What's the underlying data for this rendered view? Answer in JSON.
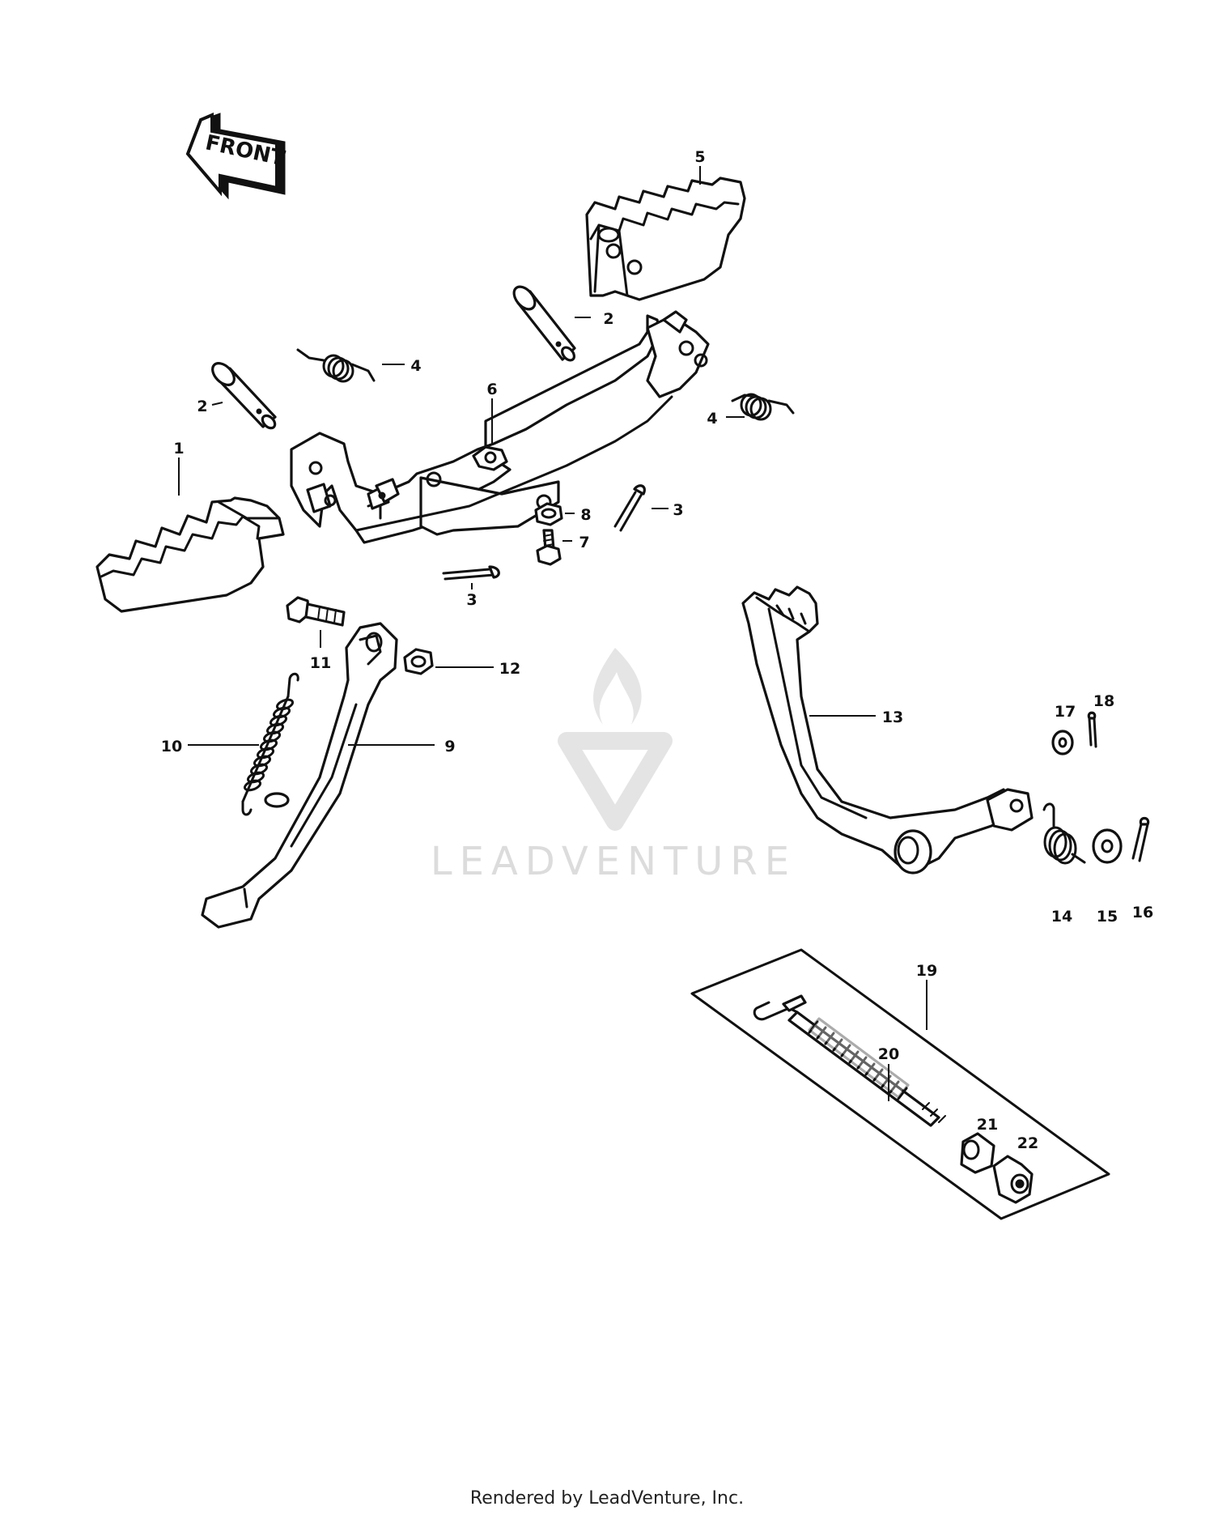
{
  "front_label": "FRONT",
  "watermark": {
    "brand": "LEADVENTURE"
  },
  "callouts": {
    "c1": "1",
    "c2a": "2",
    "c2b": "2",
    "c3a": "3",
    "c3b": "3",
    "c4a": "4",
    "c4b": "4",
    "c5": "5",
    "c6": "6",
    "c7": "7",
    "c8": "8",
    "c9": "9",
    "c10": "10",
    "c11": "11",
    "c12": "12",
    "c13": "13",
    "c14": "14",
    "c15": "15",
    "c16": "16",
    "c17": "17",
    "c18": "18",
    "c19": "19",
    "c20": "20",
    "c21": "21",
    "c22": "22"
  },
  "footer": "Rendered by LeadVenture, Inc."
}
